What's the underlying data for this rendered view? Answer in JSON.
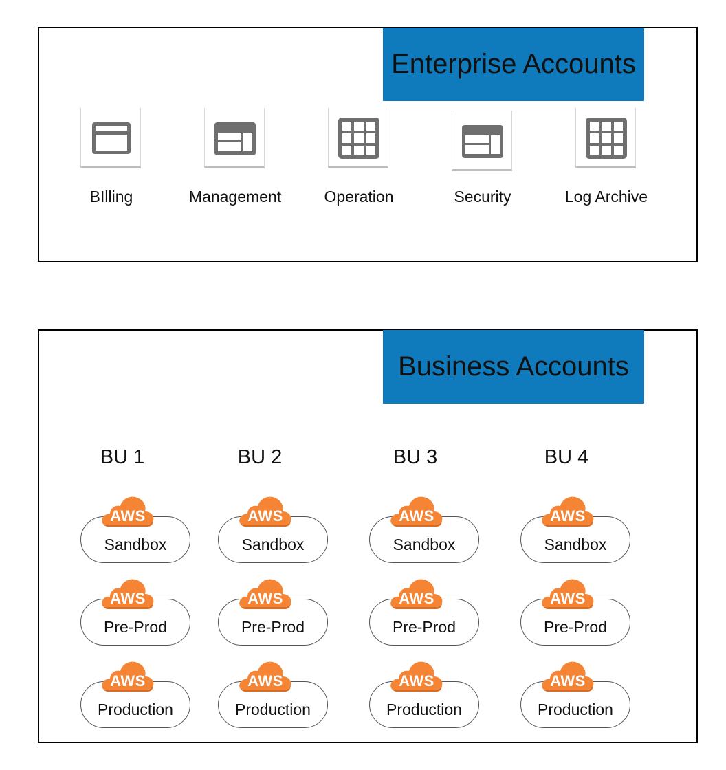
{
  "colors": {
    "title_bg": "#0f7bbd",
    "icon_gray": "#6f6f6f",
    "aws_orange": "#f58535",
    "aws_orange_dark": "#d86c24"
  },
  "enterprise": {
    "title": "Enterprise Accounts",
    "accounts": [
      {
        "label": "BIlling",
        "icon": "credit-card-icon"
      },
      {
        "label": "Management",
        "icon": "window-layout-icon"
      },
      {
        "label": "Operation",
        "icon": "grid-icon"
      },
      {
        "label": "Security",
        "icon": "window-layout-icon"
      },
      {
        "label": "Log Archive",
        "icon": "grid-icon"
      }
    ]
  },
  "business": {
    "title": "Business Accounts",
    "cloud_text": "AWS",
    "units": [
      {
        "name": "BU 1",
        "envs": [
          "Sandbox",
          "Pre-Prod",
          "Production"
        ]
      },
      {
        "name": "BU 2",
        "envs": [
          "Sandbox",
          "Pre-Prod",
          "Production"
        ]
      },
      {
        "name": "BU 3",
        "envs": [
          "Sandbox",
          "Pre-Prod",
          "Production"
        ]
      },
      {
        "name": "BU 4",
        "envs": [
          "Sandbox",
          "Pre-Prod",
          "Production"
        ]
      }
    ]
  }
}
